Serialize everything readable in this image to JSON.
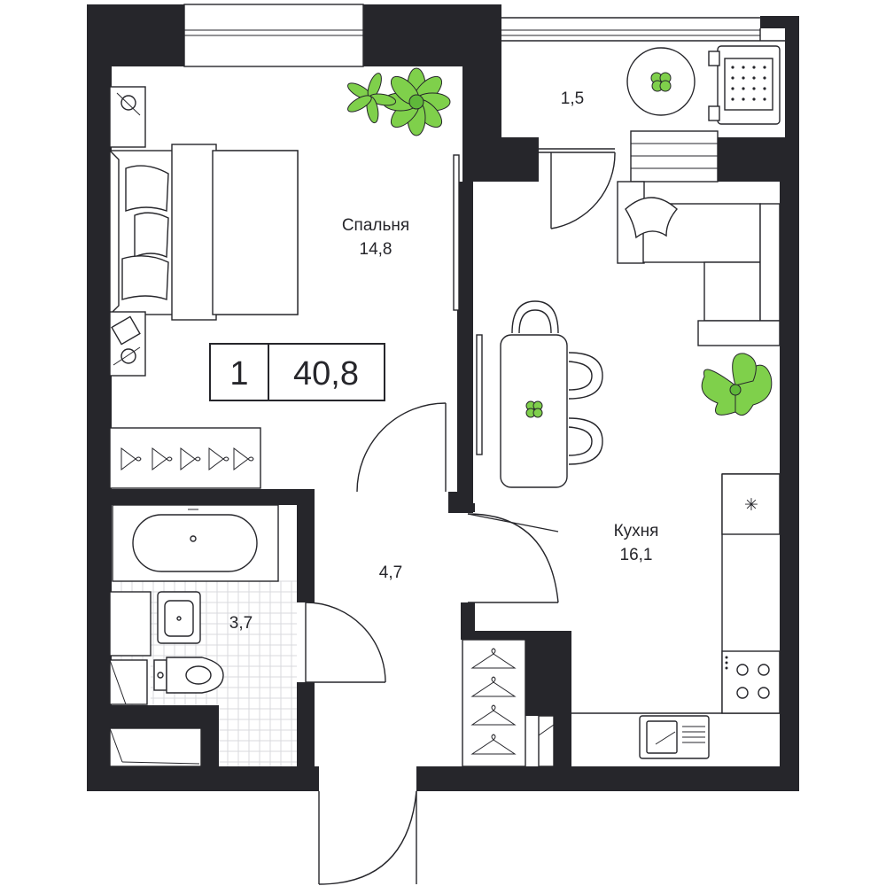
{
  "rooms": {
    "balcony": {
      "area": "1,5"
    },
    "bedroom": {
      "name": "Спальня",
      "area": "14,8"
    },
    "kitchen": {
      "name": "Кухня",
      "area": "16,1"
    },
    "hall": {
      "area": "4,7"
    },
    "bathroom": {
      "area": "3,7"
    }
  },
  "summary": {
    "rooms_count": "1",
    "total_area": "40,8"
  },
  "colors": {
    "wall": "#26262b",
    "plant": "#7fd04b",
    "tile_grid": "#d9dade"
  }
}
